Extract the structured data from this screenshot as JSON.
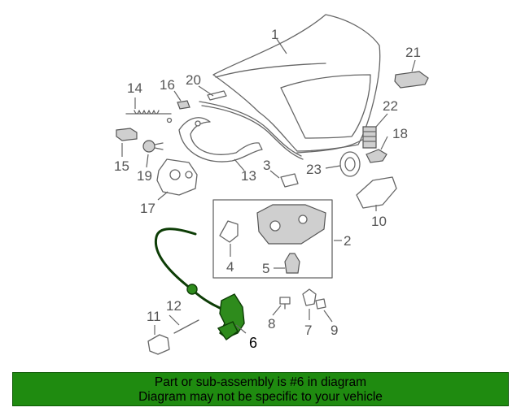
{
  "callouts": {
    "c1": "1",
    "c2": "2",
    "c3": "3",
    "c4": "4",
    "c5": "5",
    "c6": "6",
    "c7": "7",
    "c8": "8",
    "c9": "9",
    "c10": "10",
    "c11": "11",
    "c12": "12",
    "c13": "13",
    "c14": "14",
    "c15": "15",
    "c16": "16",
    "c17": "17",
    "c18": "18",
    "c19": "19",
    "c20": "20",
    "c21": "21",
    "c22": "22",
    "c23": "23"
  },
  "highlight": {
    "part_number": "6",
    "color": "#1f8b10"
  },
  "banner": {
    "line1": "Part or sub-assembly is #6 in diagram",
    "line2": "Diagram may not be specific to your vehicle"
  }
}
